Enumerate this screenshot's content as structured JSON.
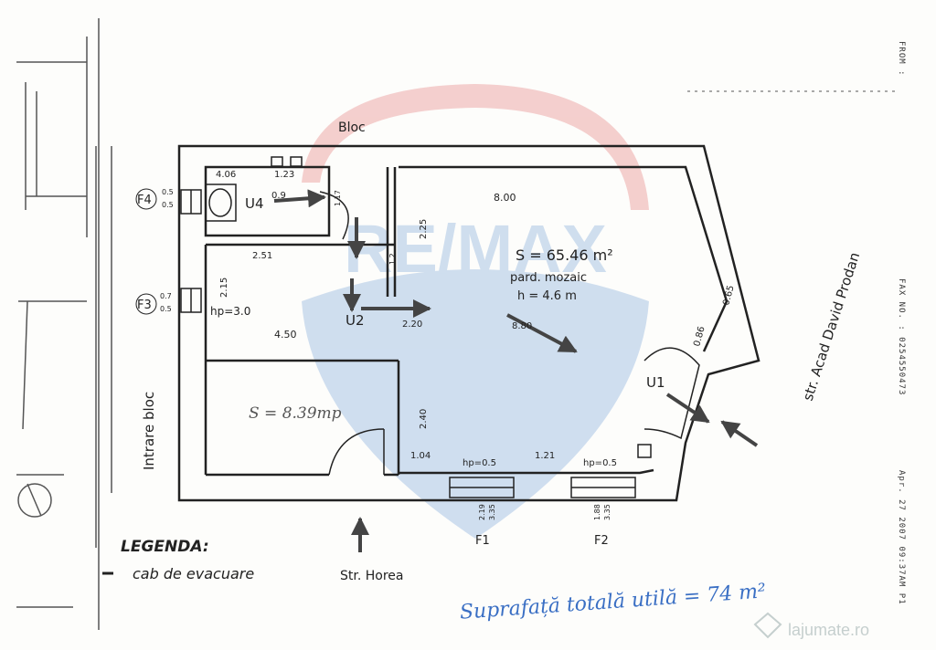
{
  "colors": {
    "ink": "#222222",
    "watermark_red": "#e05a5a",
    "watermark_blue": "#5a8fd0",
    "annotation_blue": "#3a6fc4",
    "arrow_gray": "#555555"
  },
  "watermark": {
    "brand": "RE/MAX",
    "site": "lajumate.ro"
  },
  "fax_header": {
    "from": "FROM :",
    "fax_no": "FAX NO. : 0254550473",
    "date": "Apr. 27 2007 09:37AM P1"
  },
  "labels": {
    "bloc": "Bloc",
    "intrare_bloc": "Intrare bloc",
    "str_acad": "str. Acad David Prodan",
    "str_horea": "Str. Horea"
  },
  "rooms": {
    "main_area": "S = 65.46 m²",
    "main_floor": "pard. mozaic",
    "main_height": "h = 4.6 m",
    "small_area": "S = 8.39mp",
    "hp_small": "hp=3.0"
  },
  "dimensions": {
    "d_406": "4.06",
    "d_123": "1.23",
    "d_800": "8.00",
    "d_225": "2.25",
    "d_09": "0.9",
    "d_117": "1.17",
    "d_251": "2.51",
    "d_215": "2.15",
    "d_450": "4.50",
    "d_220": "2.20",
    "d_880": "8.80",
    "d_065": "0.65",
    "d_086": "0.86",
    "d_240": "2.40",
    "d_104": "1.04",
    "d_121": "1.21",
    "d_hp05a": "hp=0.5",
    "d_hp05b": "hp=0.5",
    "d_219": "2.19",
    "d_335a": "3.35",
    "d_188": "1.88",
    "d_335b": "3.35",
    "d_12": "1.2",
    "d_f4top": "0.5",
    "d_f4bot": "0.5",
    "d_f3top": "0.7",
    "d_f3bot": "0.5"
  },
  "openings": {
    "f1": "F1",
    "f2": "F2",
    "f3": "F3",
    "f4": "F4",
    "u1": "U1",
    "u2": "U2",
    "u4": "U4"
  },
  "legend": {
    "title": "LEGENDA:",
    "item": "cab de evacuare"
  },
  "total": "Suprafață totală utilă = 74 m²"
}
